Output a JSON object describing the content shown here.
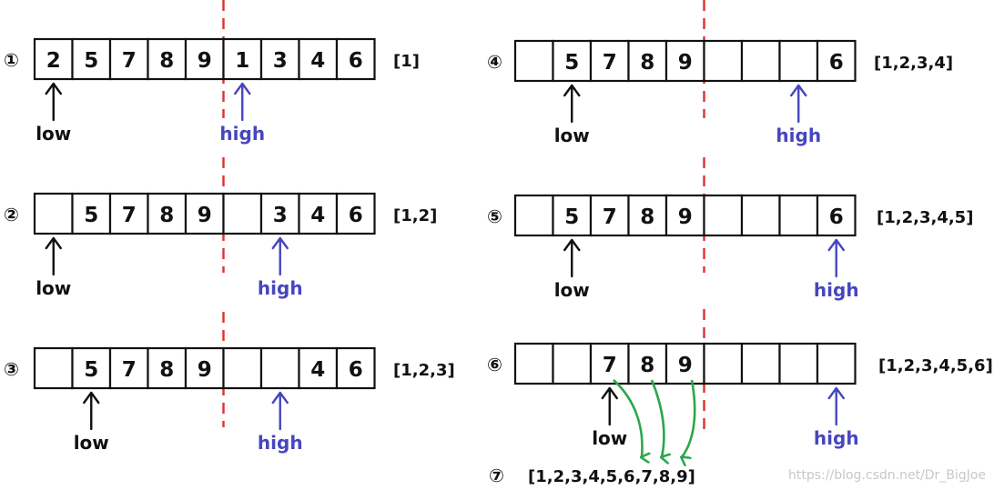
{
  "colors": {
    "low": "#111111",
    "high": "#4646bf",
    "divider": "#e03030",
    "merge_arrows": "#2aa84a",
    "watermark": "#c8c8c8"
  },
  "steps": [
    {
      "marker": "①",
      "cells": [
        "2",
        "5",
        "7",
        "8",
        "9",
        "1",
        "3",
        "4",
        "6"
      ],
      "low_index": 0,
      "high_index": 5,
      "merged": "[1]"
    },
    {
      "marker": "②",
      "cells": [
        "",
        "5",
        "7",
        "8",
        "9",
        "",
        "3",
        "4",
        "6"
      ],
      "low_index": 0,
      "high_index": 6,
      "merged": "[1,2]"
    },
    {
      "marker": "③",
      "cells": [
        "",
        "5",
        "7",
        "8",
        "9",
        "",
        "",
        "4",
        "6"
      ],
      "low_index": 1,
      "high_index": 6,
      "merged": "[1,2,3]"
    },
    {
      "marker": "④",
      "cells": [
        "",
        "5",
        "7",
        "8",
        "9",
        "",
        "",
        "",
        "6"
      ],
      "low_index": 1,
      "high_index": 7,
      "merged": "[1,2,3,4]"
    },
    {
      "marker": "⑤",
      "cells": [
        "",
        "5",
        "7",
        "8",
        "9",
        "",
        "",
        "",
        "6"
      ],
      "low_index": 1,
      "high_index": 8,
      "merged": "[1,2,3,4,5]"
    },
    {
      "marker": "⑥",
      "cells": [
        "",
        "",
        "7",
        "8",
        "9",
        "",
        "",
        "",
        ""
      ],
      "low_index": 2,
      "high_index": 8,
      "merged": "[1,2,3,4,5,6]"
    }
  ],
  "labels": {
    "low": "low",
    "high": "high"
  },
  "final": {
    "marker": "⑦",
    "result": "[1,2,3,4,5,6,7,8,9]"
  },
  "watermark": "https://blog.csdn.net/Dr_BigJoe"
}
